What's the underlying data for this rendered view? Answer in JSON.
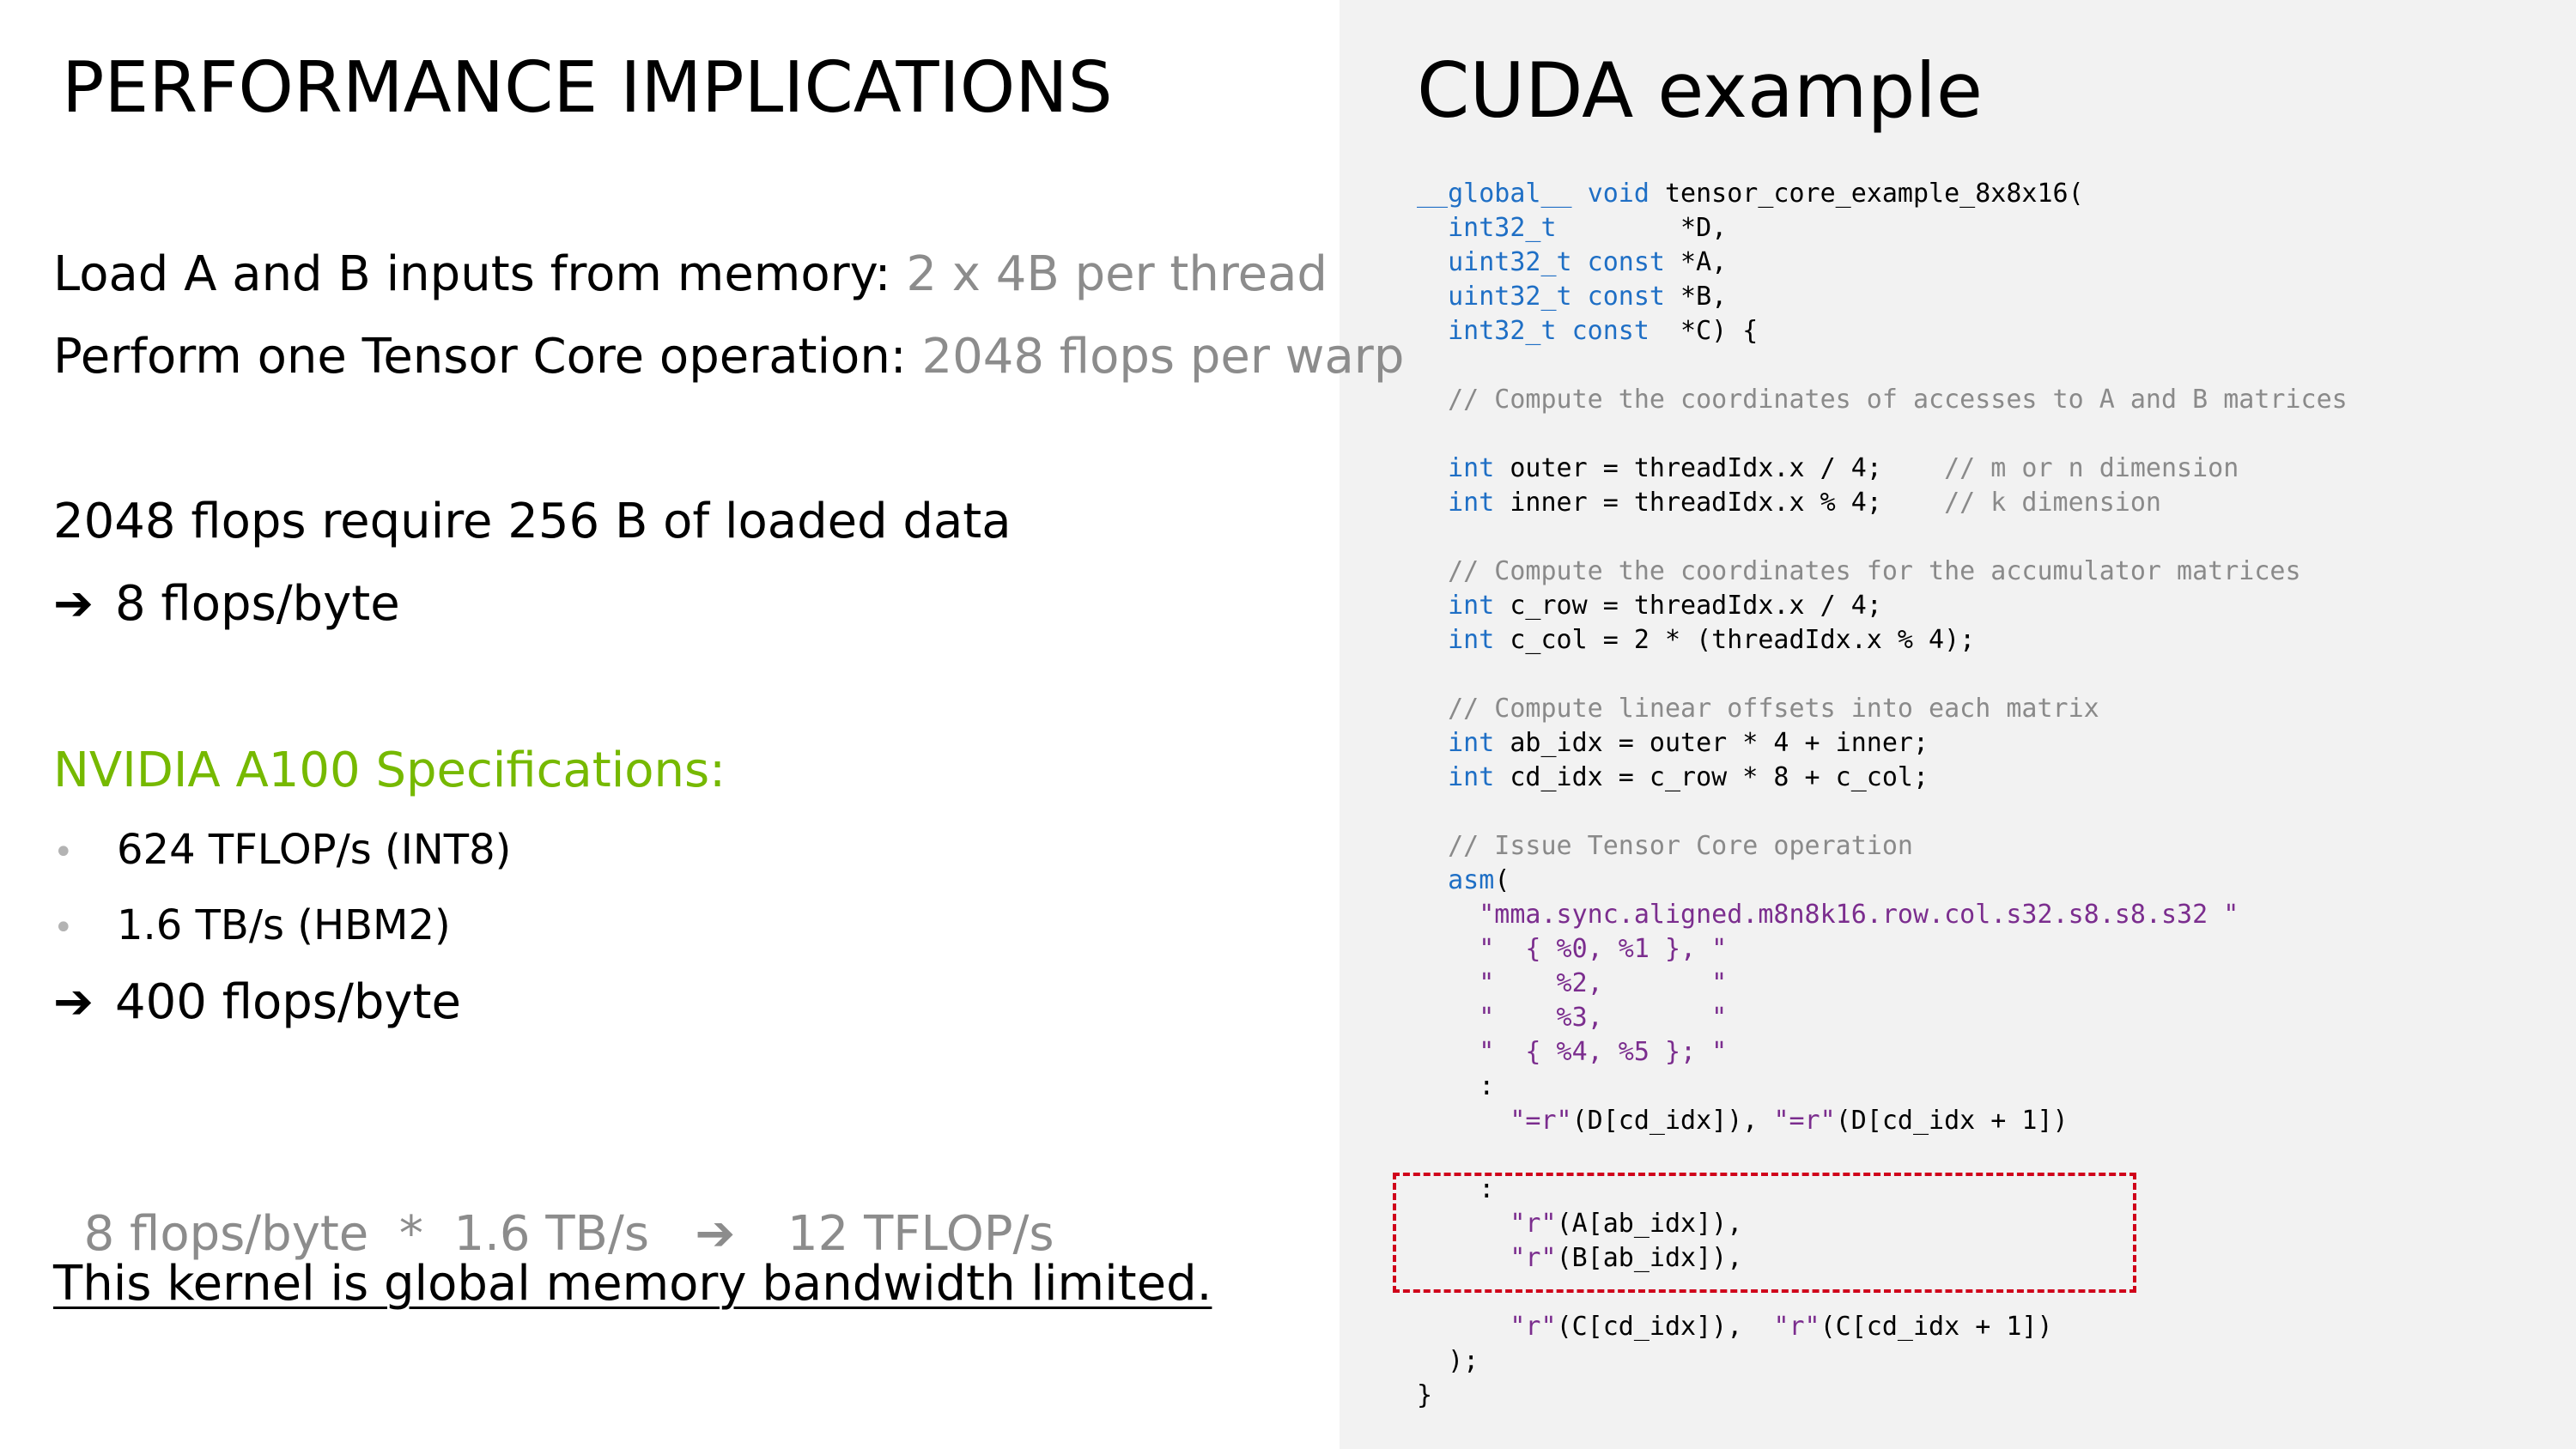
{
  "left": {
    "title": "PERFORMANCE IMPLICATIONS",
    "line1_black": "Load A and B inputs from memory: ",
    "line1_gray": "2 x 4B per thread",
    "line2_black": "Perform one Tensor Core operation: ",
    "line2_gray": "2048 flops per warp",
    "line3": "2048 flops require 256 B of loaded data",
    "arrow_glyph": "➔",
    "line4": "8 flops/byte",
    "spec_heading": "NVIDIA A100 Specifications:",
    "bullet_glyph": "•",
    "bullets": [
      "624 TFLOP/s (INT8)",
      "1.6 TB/s (HBM2)"
    ],
    "line5": "400 flops/byte",
    "calc_part1": "8 flops/byte  *  1.6 TB/s",
    "calc_part2": "12 TFLOP/s",
    "conclusion": "This kernel is global memory bandwidth limited."
  },
  "right": {
    "title": "CUDA example",
    "code_lines": [
      [
        {
          "t": "__global__",
          "c": "kw"
        },
        {
          "t": " "
        },
        {
          "t": "void",
          "c": "kw"
        },
        {
          "t": " tensor_core_example_8x8x16("
        }
      ],
      [
        {
          "t": "  "
        },
        {
          "t": "int32_t",
          "c": "kw"
        },
        {
          "t": "        *D,"
        }
      ],
      [
        {
          "t": "  "
        },
        {
          "t": "uint32_t const",
          "c": "kw"
        },
        {
          "t": " *A,"
        }
      ],
      [
        {
          "t": "  "
        },
        {
          "t": "uint32_t const",
          "c": "kw"
        },
        {
          "t": " *B,"
        }
      ],
      [
        {
          "t": "  "
        },
        {
          "t": "int32_t const",
          "c": "kw"
        },
        {
          "t": "  *C) {"
        }
      ],
      [
        {
          "t": ""
        }
      ],
      [
        {
          "t": "  "
        },
        {
          "t": "// Compute the coordinates of accesses to A and B matrices",
          "c": "cm"
        }
      ],
      [
        {
          "t": ""
        }
      ],
      [
        {
          "t": "  "
        },
        {
          "t": "int",
          "c": "kw"
        },
        {
          "t": " outer = threadIdx.x / 4;    "
        },
        {
          "t": "// m or n dimension",
          "c": "cm"
        }
      ],
      [
        {
          "t": "  "
        },
        {
          "t": "int",
          "c": "kw"
        },
        {
          "t": " inner = threadIdx.x % 4;    "
        },
        {
          "t": "// k dimension",
          "c": "cm"
        }
      ],
      [
        {
          "t": ""
        }
      ],
      [
        {
          "t": "  "
        },
        {
          "t": "// Compute the coordinates for the accumulator matrices",
          "c": "cm"
        }
      ],
      [
        {
          "t": "  "
        },
        {
          "t": "int",
          "c": "kw"
        },
        {
          "t": " c_row = threadIdx.x / 4;"
        }
      ],
      [
        {
          "t": "  "
        },
        {
          "t": "int",
          "c": "kw"
        },
        {
          "t": " c_col = 2 * (threadIdx.x % 4);"
        }
      ],
      [
        {
          "t": ""
        }
      ],
      [
        {
          "t": "  "
        },
        {
          "t": "// Compute linear offsets into each matrix",
          "c": "cm"
        }
      ],
      [
        {
          "t": "  "
        },
        {
          "t": "int",
          "c": "kw"
        },
        {
          "t": " ab_idx = outer * 4 + inner;"
        }
      ],
      [
        {
          "t": "  "
        },
        {
          "t": "int",
          "c": "kw"
        },
        {
          "t": " cd_idx = c_row * 8 + c_col;"
        }
      ],
      [
        {
          "t": ""
        }
      ],
      [
        {
          "t": "  "
        },
        {
          "t": "// Issue Tensor Core operation",
          "c": "cm"
        }
      ],
      [
        {
          "t": "  "
        },
        {
          "t": "asm",
          "c": "kw"
        },
        {
          "t": "("
        }
      ],
      [
        {
          "t": "    "
        },
        {
          "t": "\"mma.sync.aligned.m8n8k16.row.col.s32.s8.s8.s32 \"",
          "c": "st"
        }
      ],
      [
        {
          "t": "    "
        },
        {
          "t": "\"  { %0, %1 }, \"",
          "c": "st"
        }
      ],
      [
        {
          "t": "    "
        },
        {
          "t": "\"    %2,       \"",
          "c": "st"
        }
      ],
      [
        {
          "t": "    "
        },
        {
          "t": "\"    %3,       \"",
          "c": "st"
        }
      ],
      [
        {
          "t": "    "
        },
        {
          "t": "\"  { %4, %5 }; \"",
          "c": "st"
        }
      ],
      [
        {
          "t": "    :"
        }
      ],
      [
        {
          "t": "      "
        },
        {
          "t": "\"=r\"",
          "c": "st"
        },
        {
          "t": "(D[cd_idx]), "
        },
        {
          "t": "\"=r\"",
          "c": "st"
        },
        {
          "t": "(D[cd_idx + 1])"
        }
      ],
      [
        {
          "t": ""
        }
      ],
      [
        {
          "t": "    :"
        }
      ],
      [
        {
          "t": "      "
        },
        {
          "t": "\"r\"",
          "c": "st"
        },
        {
          "t": "(A[ab_idx]),"
        }
      ],
      [
        {
          "t": "      "
        },
        {
          "t": "\"r\"",
          "c": "st"
        },
        {
          "t": "(B[ab_idx]),"
        }
      ],
      [
        {
          "t": ""
        }
      ],
      [
        {
          "t": "      "
        },
        {
          "t": "\"r\"",
          "c": "st"
        },
        {
          "t": "(C[cd_idx]),  "
        },
        {
          "t": "\"r\"",
          "c": "st"
        },
        {
          "t": "(C[cd_idx + 1])"
        }
      ],
      [
        {
          "t": "  );"
        }
      ],
      [
        {
          "t": "}"
        }
      ]
    ]
  },
  "colors": {
    "accent_green": "#76b900",
    "gray_text": "#8c8c8c",
    "keyword_blue": "#1f6fc5",
    "string_purple": "#7b2d8e",
    "comment_gray": "#8a8a8a",
    "highlight_red": "#d0021b",
    "right_panel_bg": "#f2f2f2"
  }
}
